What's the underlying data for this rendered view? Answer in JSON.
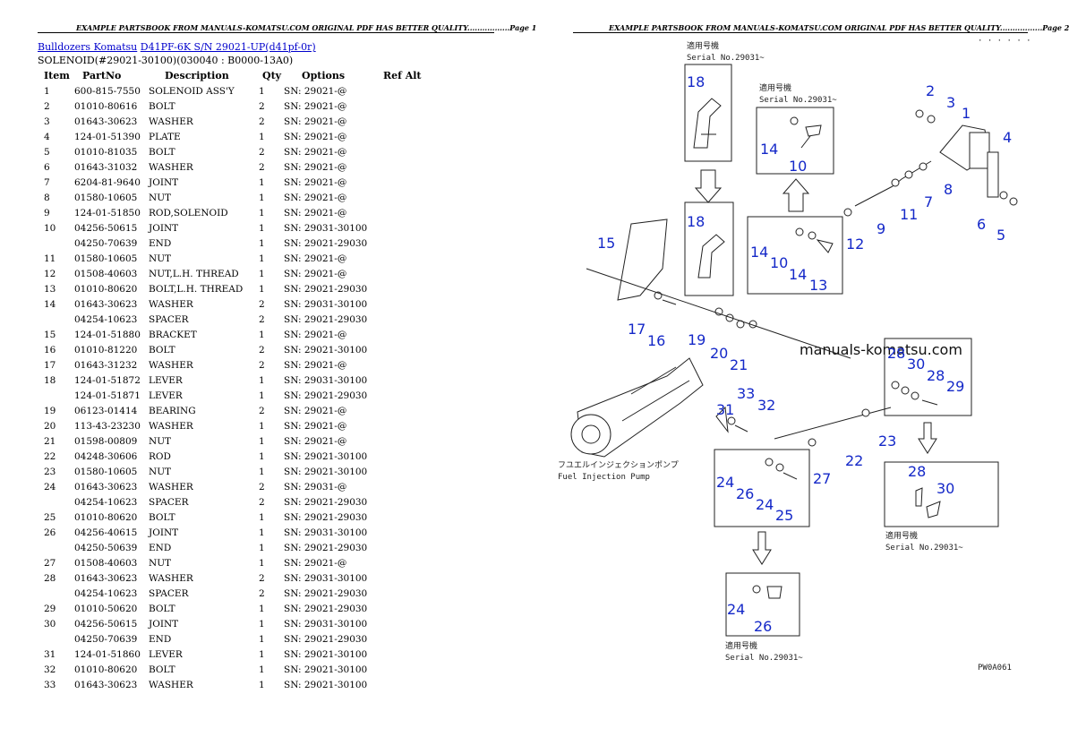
{
  "page1": {
    "header": "EXAMPLE PARTSBOOK FROM MANUALS-KOMATSU.COM ORIGINAL PDF HAS BETTER QUALITY.................Page 1",
    "breadcrumb": {
      "link1": "Bulldozers Komatsu",
      "link2": "D41PF-6K S/N 29021-UP(d41pf-0r)"
    },
    "subtitle": "SOLENOID(#29021-30100)(030040 : B0000-13A0)",
    "table": {
      "headers": [
        "Item",
        "PartNo",
        "Description",
        "Qty",
        "Options",
        "Ref Alt"
      ],
      "rows": [
        [
          "1",
          "600-815-7550",
          "SOLENOID ASS'Y",
          "1",
          "SN: 29021-@"
        ],
        [
          "2",
          "01010-80616",
          "BOLT",
          "2",
          "SN: 29021-@"
        ],
        [
          "3",
          "01643-30623",
          "WASHER",
          "2",
          "SN: 29021-@"
        ],
        [
          "4",
          "124-01-51390",
          "PLATE",
          "1",
          "SN: 29021-@"
        ],
        [
          "5",
          "01010-81035",
          "BOLT",
          "2",
          "SN: 29021-@"
        ],
        [
          "6",
          "01643-31032",
          "WASHER",
          "2",
          "SN: 29021-@"
        ],
        [
          "7",
          "6204-81-9640",
          "JOINT",
          "1",
          "SN: 29021-@"
        ],
        [
          "8",
          "01580-10605",
          "NUT",
          "1",
          "SN: 29021-@"
        ],
        [
          "9",
          "124-01-51850",
          "ROD,SOLENOID",
          "1",
          "SN: 29021-@"
        ],
        [
          "10",
          "04256-50615",
          "JOINT",
          "1",
          "SN: 29031-30100"
        ],
        [
          "",
          "04250-70639",
          "END",
          "1",
          "SN: 29021-29030"
        ],
        [
          "11",
          "01580-10605",
          "NUT",
          "1",
          "SN: 29021-@"
        ],
        [
          "12",
          "01508-40603",
          "NUT,L.H. THREAD",
          "1",
          "SN: 29021-@"
        ],
        [
          "13",
          "01010-80620",
          "BOLT,L.H. THREAD",
          "1",
          "SN: 29021-29030"
        ],
        [
          "14",
          "01643-30623",
          "WASHER",
          "2",
          "SN: 29031-30100"
        ],
        [
          "",
          "04254-10623",
          "SPACER",
          "2",
          "SN: 29021-29030"
        ],
        [
          "15",
          "124-01-51880",
          "BRACKET",
          "1",
          "SN: 29021-@"
        ],
        [
          "16",
          "01010-81220",
          "BOLT",
          "2",
          "SN: 29021-30100"
        ],
        [
          "17",
          "01643-31232",
          "WASHER",
          "2",
          "SN: 29021-@"
        ],
        [
          "18",
          "124-01-51872",
          "LEVER",
          "1",
          "SN: 29031-30100"
        ],
        [
          "",
          "124-01-51871",
          "LEVER",
          "1",
          "SN: 29021-29030"
        ],
        [
          "19",
          "06123-01414",
          "BEARING",
          "2",
          "SN: 29021-@"
        ],
        [
          "20",
          "113-43-23230",
          "WASHER",
          "1",
          "SN: 29021-@"
        ],
        [
          "21",
          "01598-00809",
          "NUT",
          "1",
          "SN: 29021-@"
        ],
        [
          "22",
          "04248-30606",
          "ROD",
          "1",
          "SN: 29021-30100"
        ],
        [
          "23",
          "01580-10605",
          "NUT",
          "1",
          "SN: 29021-30100"
        ],
        [
          "24",
          "01643-30623",
          "WASHER",
          "2",
          "SN: 29031-@"
        ],
        [
          "",
          "04254-10623",
          "SPACER",
          "2",
          "SN: 29021-29030"
        ],
        [
          "25",
          "01010-80620",
          "BOLT",
          "1",
          "SN: 29021-29030"
        ],
        [
          "26",
          "04256-40615",
          "JOINT",
          "1",
          "SN: 29031-30100"
        ],
        [
          "",
          "04250-50639",
          "END",
          "1",
          "SN: 29021-29030"
        ],
        [
          "27",
          "01508-40603",
          "NUT",
          "1",
          "SN: 29021-@"
        ],
        [
          "28",
          "01643-30623",
          "WASHER",
          "2",
          "SN: 29031-30100"
        ],
        [
          "",
          "04254-10623",
          "SPACER",
          "2",
          "SN: 29021-29030"
        ],
        [
          "29",
          "01010-50620",
          "BOLT",
          "1",
          "SN: 29021-29030"
        ],
        [
          "30",
          "04256-50615",
          "JOINT",
          "1",
          "SN: 29031-30100"
        ],
        [
          "",
          "04250-70639",
          "END",
          "1",
          "SN: 29021-29030"
        ],
        [
          "31",
          "124-01-51860",
          "LEVER",
          "1",
          "SN: 29021-30100"
        ],
        [
          "32",
          "01010-80620",
          "BOLT",
          "1",
          "SN: 29021-30100"
        ],
        [
          "33",
          "01643-30623",
          "WASHER",
          "1",
          "SN: 29021-30100"
        ]
      ]
    }
  },
  "page2": {
    "header": "EXAMPLE PARTSBOOK FROM MANUALS-KOMATSU.COM ORIGINAL PDF HAS BETTER QUALITY.................Page 2",
    "watermark": "manuals-komatsu.com",
    "top_code": "· · · · · ·",
    "serial_jp": "適用号機",
    "serial_en": "Serial No.29031~",
    "pump_jp": "フユエルインジェクションポンプ",
    "pump_en": "Fuel Injection Pump",
    "figure_code": "PW0A061",
    "labels": {
      "n1": "1",
      "n2": "2",
      "n3": "3",
      "n4": "4",
      "n5": "5",
      "n6": "6",
      "n7": "7",
      "n8": "8",
      "n9": "9",
      "n10a": "10",
      "n10b": "10",
      "n11": "11",
      "n12": "12",
      "n13": "13",
      "n14a": "14",
      "n14b": "14",
      "n14c": "14",
      "n15": "15",
      "n16": "16",
      "n17": "17",
      "n18a": "18",
      "n18b": "18",
      "n19": "19",
      "n20": "20",
      "n21": "21",
      "n22": "22",
      "n23": "23",
      "n24a": "24",
      "n24b": "24",
      "n24c": "24",
      "n25": "25",
      "n26a": "26",
      "n26b": "26",
      "n27": "27",
      "n28a": "28",
      "n28b": "28",
      "n29": "29",
      "n30a": "30",
      "n30b": "30",
      "n31": "31",
      "n32": "32",
      "n33": "33"
    }
  }
}
